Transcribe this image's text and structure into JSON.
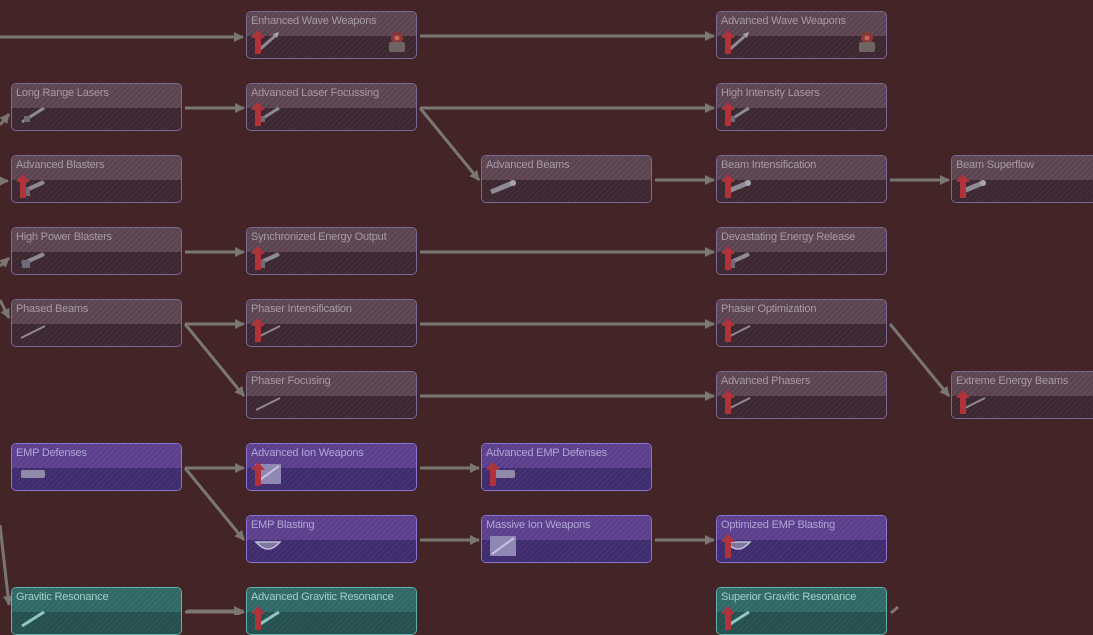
{
  "screen": "Weapons research tree",
  "colors": {
    "background": "#432527",
    "connector": "#7b7672",
    "energy_node": "#5b4450",
    "ion_node": "#5b3f8c",
    "gravitic_node": "#2f6866",
    "upgrade_arrow": "#b0323a"
  },
  "nodes": [
    {
      "id": "enhanced_wave_weapons",
      "label": "Enhanced Wave Weapons",
      "col": 1,
      "row": 0,
      "theme": "energy",
      "upgrade": true,
      "icon": "wave-weapon-icon",
      "unit_icon": true
    },
    {
      "id": "advanced_wave_weapons",
      "label": "Advanced Wave Weapons",
      "col": 3,
      "row": 0,
      "theme": "energy",
      "upgrade": true,
      "icon": "wave-weapon-icon",
      "unit_icon": true
    },
    {
      "id": "long_range_lasers",
      "label": "Long Range Lasers",
      "col": 0,
      "row": 1,
      "theme": "energy",
      "upgrade": false,
      "icon": "laser-icon"
    },
    {
      "id": "advanced_laser_focussing",
      "label": "Advanced Laser Focussing",
      "col": 1,
      "row": 1,
      "theme": "energy",
      "upgrade": true,
      "icon": "laser-icon"
    },
    {
      "id": "high_intensity_lasers",
      "label": "High Intensity Lasers",
      "col": 3,
      "row": 1,
      "theme": "energy",
      "upgrade": true,
      "icon": "laser-icon"
    },
    {
      "id": "advanced_blasters",
      "label": "Advanced Blasters",
      "col": 0,
      "row": 2,
      "theme": "energy",
      "upgrade": true,
      "icon": "blaster-icon"
    },
    {
      "id": "advanced_beams",
      "label": "Advanced Beams",
      "col": 2,
      "row": 2,
      "theme": "energy",
      "upgrade": false,
      "icon": "beam-icon"
    },
    {
      "id": "beam_intensification",
      "label": "Beam Intensification",
      "col": 3,
      "row": 2,
      "theme": "energy",
      "upgrade": true,
      "icon": "beam-icon"
    },
    {
      "id": "beam_superflow",
      "label": "Beam Superflow",
      "col": 4,
      "row": 2,
      "theme": "energy",
      "upgrade": true,
      "icon": "beam-icon"
    },
    {
      "id": "high_power_blasters",
      "label": "High Power Blasters",
      "col": 0,
      "row": 3,
      "theme": "energy",
      "upgrade": false,
      "icon": "blaster-icon"
    },
    {
      "id": "synchronized_energy_output",
      "label": "Synchronized Energy Output",
      "col": 1,
      "row": 3,
      "theme": "energy",
      "upgrade": true,
      "icon": "blaster-icon"
    },
    {
      "id": "devastating_energy_release",
      "label": "Devastating Energy Release",
      "col": 3,
      "row": 3,
      "theme": "energy",
      "upgrade": true,
      "icon": "blaster-icon"
    },
    {
      "id": "phased_beams",
      "label": "Phased Beams",
      "col": 0,
      "row": 4,
      "theme": "energy",
      "upgrade": false,
      "icon": "phaser-icon"
    },
    {
      "id": "phaser_intensification",
      "label": "Phaser Intensification",
      "col": 1,
      "row": 4,
      "theme": "energy",
      "upgrade": true,
      "icon": "phaser-icon"
    },
    {
      "id": "phaser_optimization",
      "label": "Phaser Optimization",
      "col": 3,
      "row": 4,
      "theme": "energy",
      "upgrade": true,
      "icon": "phaser-icon"
    },
    {
      "id": "phaser_focusing",
      "label": "Phaser Focusing",
      "col": 1,
      "row": 5,
      "theme": "energy",
      "upgrade": false,
      "icon": "phaser-icon"
    },
    {
      "id": "advanced_phasers",
      "label": "Advanced Phasers",
      "col": 3,
      "row": 5,
      "theme": "energy",
      "upgrade": true,
      "icon": "phaser-icon"
    },
    {
      "id": "extreme_energy_beams",
      "label": "Extreme Energy Beams",
      "col": 4,
      "row": 5,
      "theme": "energy",
      "upgrade": true,
      "icon": "phaser-icon"
    },
    {
      "id": "emp_defenses",
      "label": "EMP Defenses",
      "col": 0,
      "row": 6,
      "theme": "ion",
      "upgrade": false,
      "icon": "emp-icon"
    },
    {
      "id": "advanced_ion_weapons",
      "label": "Advanced Ion Weapons",
      "col": 1,
      "row": 6,
      "theme": "ion",
      "upgrade": true,
      "icon": "ion-icon"
    },
    {
      "id": "advanced_emp_defenses",
      "label": "Advanced EMP Defenses",
      "col": 2,
      "row": 6,
      "theme": "ion",
      "upgrade": true,
      "icon": "emp-icon"
    },
    {
      "id": "emp_blasting",
      "label": "EMP Blasting",
      "col": 1,
      "row": 7,
      "theme": "ion",
      "upgrade": false,
      "icon": "emp-blast-icon"
    },
    {
      "id": "massive_ion_weapons",
      "label": "Massive Ion Weapons",
      "col": 2,
      "row": 7,
      "theme": "ion",
      "upgrade": false,
      "icon": "ion-icon"
    },
    {
      "id": "optimized_emp_blasting",
      "label": "Optimized EMP Blasting",
      "col": 3,
      "row": 7,
      "theme": "ion",
      "upgrade": true,
      "icon": "emp-blast-icon"
    },
    {
      "id": "gravitic_resonance",
      "label": "Gravitic Resonance",
      "col": 0,
      "row": 8,
      "theme": "grav",
      "upgrade": false,
      "icon": "gravitic-icon"
    },
    {
      "id": "advanced_gravitic_resonance",
      "label": "Advanced Gravitic Resonance",
      "col": 1,
      "row": 8,
      "theme": "grav",
      "upgrade": true,
      "icon": "gravitic-icon"
    },
    {
      "id": "superior_gravitic_resonance",
      "label": "Superior Gravitic Resonance",
      "col": 3,
      "row": 8,
      "theme": "grav",
      "upgrade": true,
      "icon": "gravitic-icon"
    }
  ],
  "links": [
    [
      "enhanced_wave_weapons",
      "advanced_wave_weapons"
    ],
    [
      "long_range_lasers",
      "advanced_laser_focussing"
    ],
    [
      "advanced_laser_focussing",
      "high_intensity_lasers"
    ],
    [
      "advanced_laser_focussing",
      "advanced_beams"
    ],
    [
      "advanced_beams",
      "beam_intensification"
    ],
    [
      "beam_intensification",
      "beam_superflow"
    ],
    [
      "high_power_blasters",
      "synchronized_energy_output"
    ],
    [
      "synchronized_energy_output",
      "devastating_energy_release"
    ],
    [
      "phased_beams",
      "phaser_intensification"
    ],
    [
      "phased_beams",
      "phaser_focusing"
    ],
    [
      "phaser_intensification",
      "phaser_optimization"
    ],
    [
      "phaser_focusing",
      "advanced_phasers"
    ],
    [
      "phaser_optimization",
      "extreme_energy_beams"
    ],
    [
      "emp_defenses",
      "advanced_ion_weapons"
    ],
    [
      "emp_defenses",
      "emp_blasting"
    ],
    [
      "advanced_ion_weapons",
      "advanced_emp_defenses"
    ],
    [
      "emp_blasting",
      "massive_ion_weapons"
    ],
    [
      "massive_ion_weapons",
      "optimized_emp_blasting"
    ],
    [
      "gravitic_resonance",
      "advanced_gravitic_resonance"
    ]
  ]
}
